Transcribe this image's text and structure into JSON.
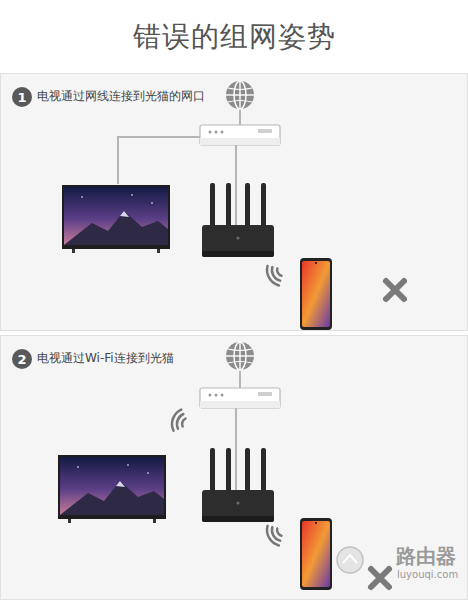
{
  "diagram": {
    "title": "错误的组网姿势",
    "nodes": [
      {
        "text": [
          "电视通过网线连接到光猫的网口"
        ]
      },
      {
        "text": [
          "1"
        ],
        "in": 0
      },
      {
        "text": [
          "电视通过Wi-Fi连接到光猫"
        ]
      },
      {
        "text": [
          "2"
        ],
        "in": 2
      }
    ],
    "labels": [
      "路由器",
      "luyouqi.com"
    ]
  }
}
